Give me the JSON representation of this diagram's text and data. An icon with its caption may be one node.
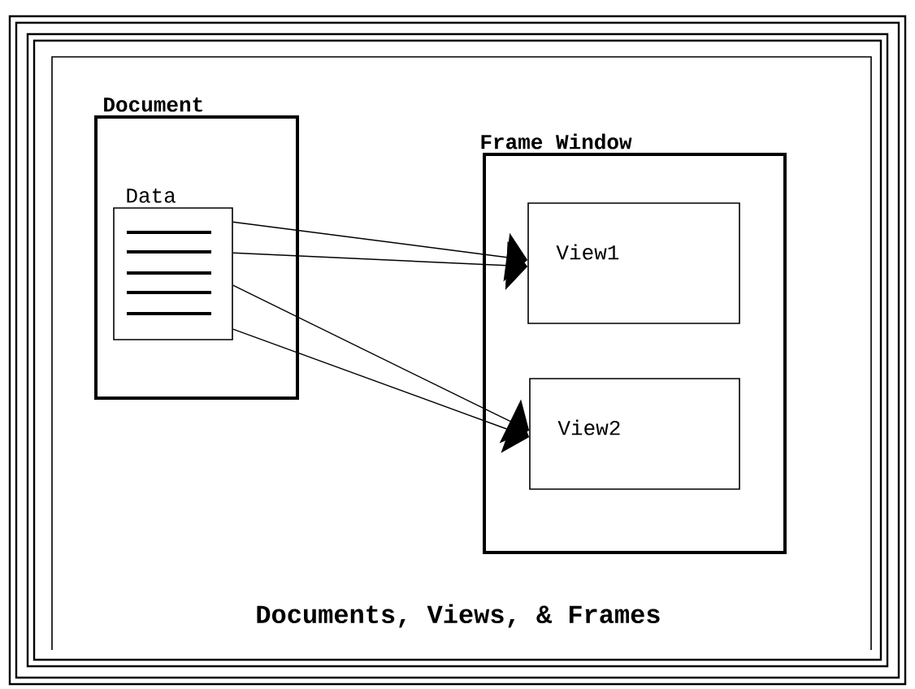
{
  "diagram": {
    "title": "Documents, Views, & Frames",
    "nodes": [
      {
        "text": [
          "Document"
        ]
      },
      {
        "text": [
          "Data"
        ],
        "in": 0
      },
      {
        "text": [
          "Frame Window"
        ]
      },
      {
        "text": [
          "View1"
        ],
        "in": 2
      },
      {
        "text": [
          "View2"
        ],
        "in": 2
      }
    ],
    "edges": [
      {
        "from": 1,
        "to": 3,
        "arrow": "to"
      },
      {
        "from": 1,
        "to": 3,
        "arrow": "to"
      },
      {
        "from": 1,
        "to": 4,
        "arrow": "to"
      },
      {
        "from": 1,
        "to": 4,
        "arrow": "to"
      }
    ]
  }
}
